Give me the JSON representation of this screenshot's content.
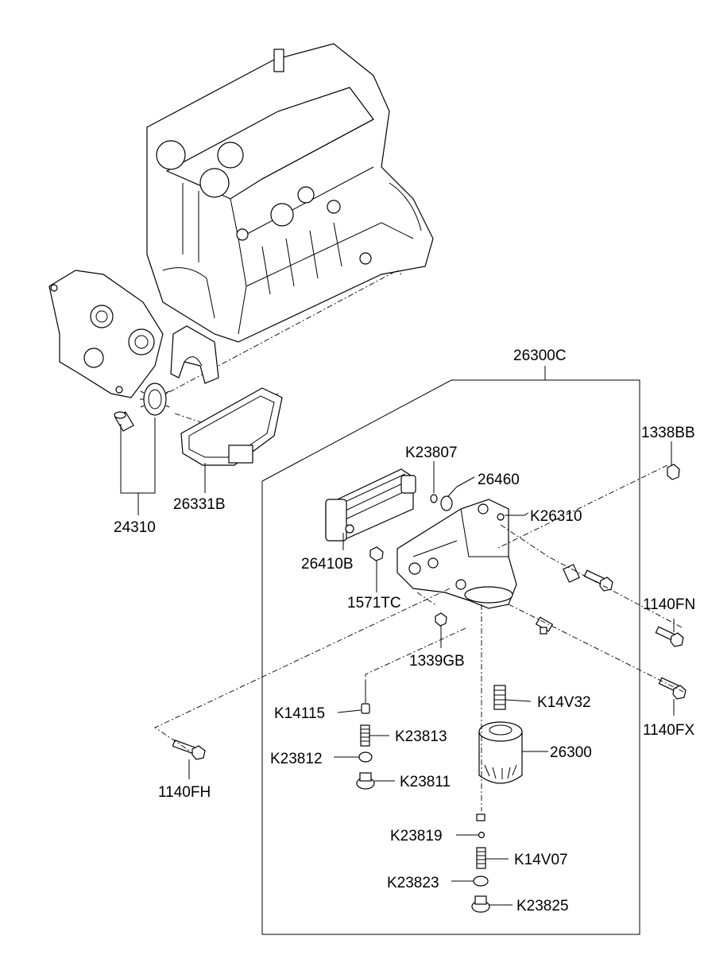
{
  "labels": {
    "p26300C": "26300C",
    "p1338BB": "1338BB",
    "pK23807": "K23807",
    "p26460": "26460",
    "pK26310": "K26310",
    "p26331B": "26331B",
    "p24310": "24310",
    "p26410B": "26410B",
    "p1571TC": "1571TC",
    "p1140FN": "1140FN",
    "p1339GB": "1339GB",
    "pK14115": "K14115",
    "pK14V32": "K14V32",
    "pK23813": "K23813",
    "p26300": "26300",
    "pK23812": "K23812",
    "pK23811": "K23811",
    "p1140FX": "1140FX",
    "p1140FH": "1140FH",
    "pK23819": "K23819",
    "pK14V07": "K14V07",
    "pK23823": "K23823",
    "pK23825": "K23825"
  }
}
